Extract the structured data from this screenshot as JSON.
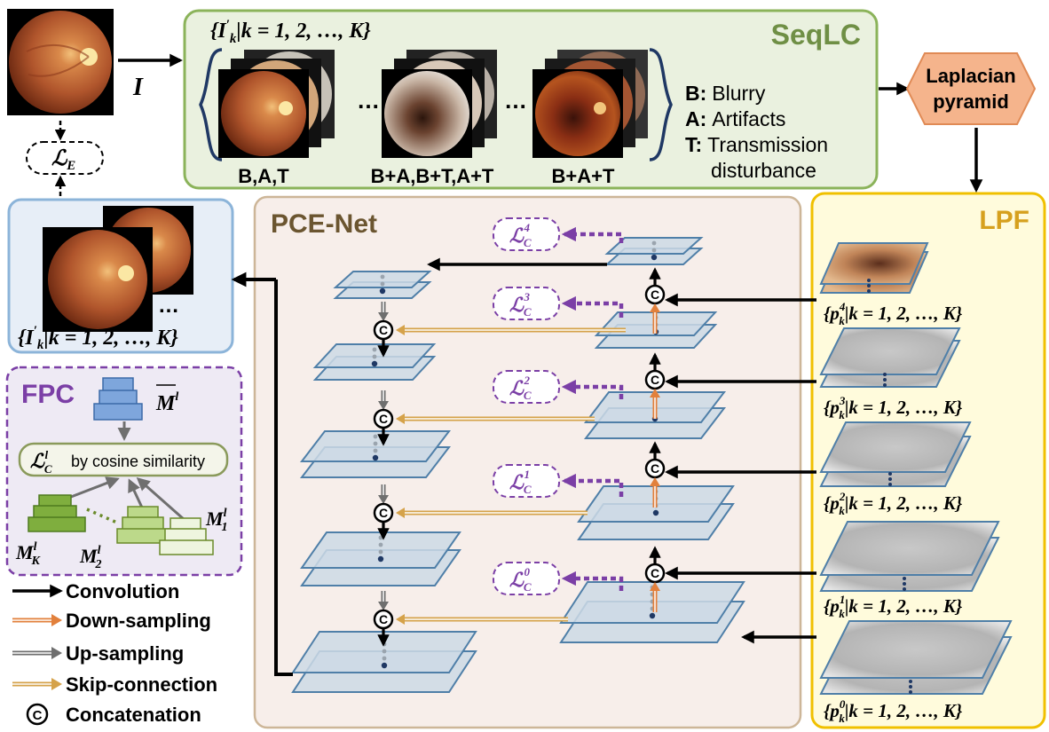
{
  "colors": {
    "seqlc_fill": "#eaf1df",
    "seqlc_border": "#8bb35a",
    "pce_fill": "#f7eeea",
    "pce_border": "#cdb698",
    "lpf_fill": "#fffbdc",
    "lpf_border": "#f0c000",
    "fpc_fill": "#eeeaf4",
    "fpc_border": "#7b3fa6",
    "blue_border": "#8cb4d9",
    "laplacian_fill": "#f5b48c",
    "purple": "#7b3fa6",
    "gold": "#d5a24a",
    "orange": "#e2803c",
    "green": "#9cc255",
    "navy": "#1f3864"
  },
  "input": {
    "label": "I"
  },
  "loss_e": {
    "label": "ℒ",
    "sub": "E"
  },
  "seqlc": {
    "title": "SeqLC",
    "set_top": {
      "open": "{",
      "var": "I",
      "prime": "′",
      "sub": "k",
      "rest": "|k = 1, 2, …, K",
      "close": "}"
    },
    "groups": [
      {
        "label": "B,A,T"
      },
      {
        "label": "B+A,B+T,A+T"
      },
      {
        "label": "B+A+T"
      }
    ],
    "dots": [
      "…",
      "…"
    ],
    "legend": [
      {
        "key": "B:",
        "text": "Blurry"
      },
      {
        "key": "A:",
        "text": "Artifacts"
      },
      {
        "key": "T:",
        "text": "Transmission"
      },
      {
        "key": "",
        "text": "disturbance"
      }
    ]
  },
  "laplacian": {
    "line1": "Laplacian",
    "line2": "pyramid"
  },
  "output": {
    "dots": "…",
    "set": {
      "open": "{",
      "var": "I",
      "hat": "̂",
      "prime": "′",
      "sub": "k",
      "rest": "|k = 1, 2, …, K",
      "close": "}"
    }
  },
  "pce": {
    "title": "PCE-Net"
  },
  "lpf": {
    "title": "LPF",
    "levels": [
      {
        "sup": "4",
        "var": "p",
        "sub": "k",
        "rest": "|k = 1, 2, …, K"
      },
      {
        "sup": "3",
        "var": "p",
        "sub": "k",
        "rest": "|k = 1, 2, …, K"
      },
      {
        "sup": "2",
        "var": "p",
        "sub": "k",
        "rest": "|k = 1, 2, …, K"
      },
      {
        "sup": "1",
        "var": "p",
        "sub": "k",
        "rest": "|k = 1, 2, …, K"
      },
      {
        "sup": "0",
        "var": "p",
        "sub": "k",
        "rest": "|k = 1, 2, …, K"
      }
    ]
  },
  "losses_c": [
    {
      "sym": "ℒ",
      "sub": "C",
      "sup": "4"
    },
    {
      "sym": "ℒ",
      "sub": "C",
      "sup": "3"
    },
    {
      "sym": "ℒ",
      "sub": "C",
      "sup": "2"
    },
    {
      "sym": "ℒ",
      "sub": "C",
      "sup": "1"
    },
    {
      "sym": "ℒ",
      "sub": "C",
      "sup": "0"
    }
  ],
  "concat_symbol": "C",
  "fpc": {
    "title": "FPC",
    "mean_label": {
      "var": "M",
      "sup": "l"
    },
    "loss_box": {
      "sym": "ℒ",
      "sub": "C",
      "sup": "l",
      "text": "by cosine similarity"
    },
    "m_labels": [
      {
        "var": "M",
        "sup": "l",
        "sub": "K"
      },
      {
        "var": "M",
        "sup": "l",
        "sub": "2"
      },
      {
        "var": "M",
        "sup": "l",
        "sub": "1"
      }
    ]
  },
  "legend": [
    {
      "label": "Convolution",
      "type": "conv"
    },
    {
      "label": "Down-sampling",
      "type": "down"
    },
    {
      "label": "Up-sampling",
      "type": "up"
    },
    {
      "label": "Skip-connection",
      "type": "skip"
    },
    {
      "label": "Concatenation",
      "type": "concat"
    }
  ]
}
